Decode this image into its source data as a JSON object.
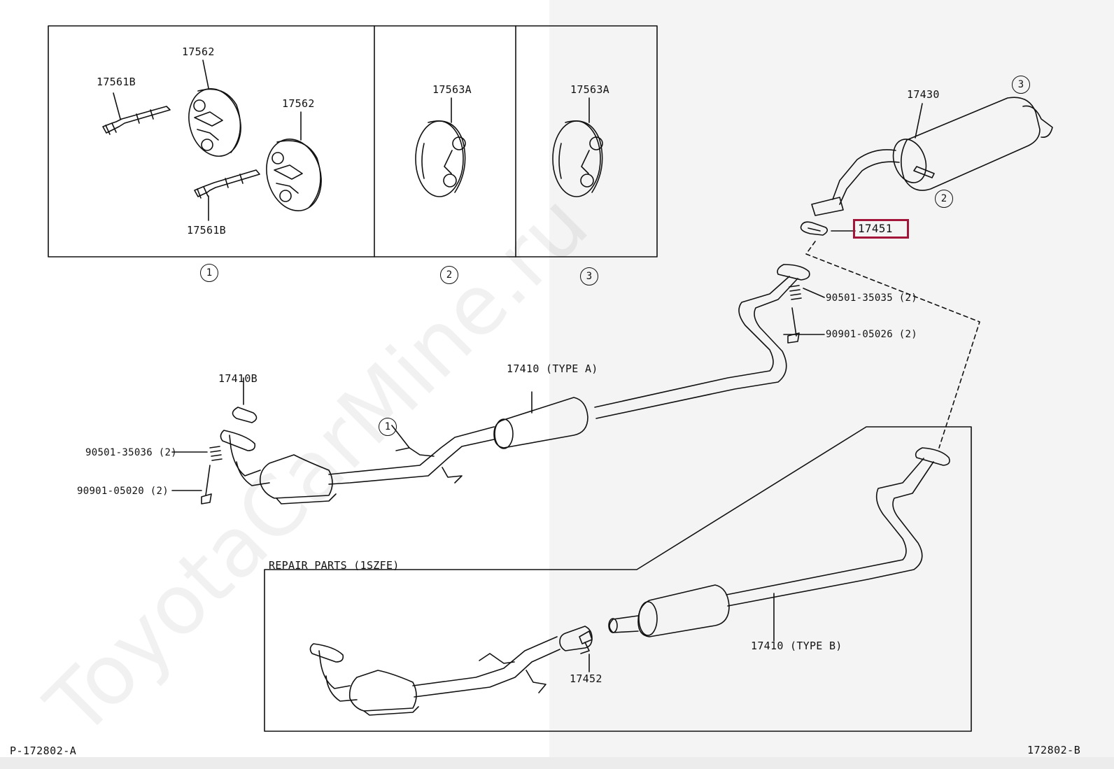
{
  "watermark": "ToyotaCarMine.ru",
  "diagram_ids": {
    "left": "P-172802-A",
    "right": "172802-B"
  },
  "section_label": "REPAIR PARTS (1SZFE)",
  "callouts": {
    "c1": "1",
    "c2": "2",
    "c3": "3"
  },
  "parts": {
    "p17561B_a": "17561B",
    "p17561B_b": "17561B",
    "p17562_a": "17562",
    "p17562_b": "17562",
    "p17563A_a": "17563A",
    "p17563A_b": "17563A",
    "p17430": "17430",
    "p17451": "17451",
    "p90501_35035": "90501-35035 (2)",
    "p90901_05026": "90901-05026 (2)",
    "p17410_typeA": "17410 (TYPE A)",
    "p17410B": "17410B",
    "p90501_35036": "90501-35036 (2)",
    "p90901_05020": "90901-05020 (2)",
    "p17452": "17452",
    "p17410_typeB": "17410 (TYPE B)"
  },
  "highlighted_part": "17451"
}
